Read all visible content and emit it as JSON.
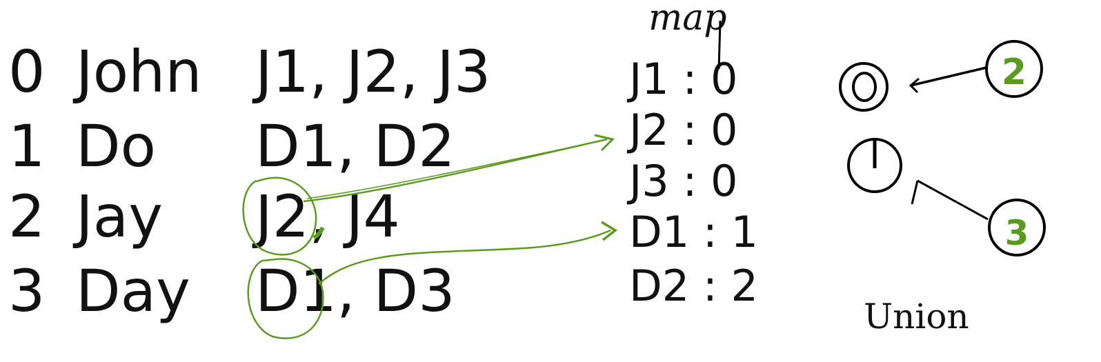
{
  "rows": [
    {
      "index": "0",
      "name": "John",
      "ids": "J1, J2, J3"
    },
    {
      "index": "1",
      "name": "Do",
      "ids": "D1, D2"
    },
    {
      "index": "2",
      "name": "Jay",
      "ids": "J2, J4"
    },
    {
      "index": "3",
      "name": "Day",
      "ids": "D1, D3"
    }
  ],
  "map": {
    "title": "map",
    "entries": [
      "J1 : 0",
      "J2 : 0",
      "J3 : 0",
      "D1 : 1",
      "D2 : 2"
    ]
  },
  "union": {
    "label": "Union",
    "nodes": [
      {
        "label": "0"
      },
      {
        "label": "2"
      },
      {
        "label": "1"
      },
      {
        "label": "3"
      }
    ]
  },
  "colors": {
    "text": "#111111",
    "annotation_green": "#5a9a1e",
    "ink": "#000000"
  }
}
